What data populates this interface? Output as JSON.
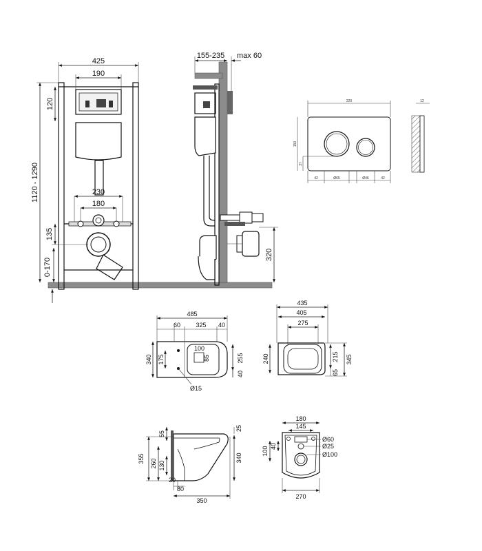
{
  "front_view": {
    "width": "425",
    "inner_width": "190",
    "top_height": "120",
    "total_height": "1120 - 1290",
    "pipe_spacing_outer": "230",
    "pipe_spacing_inner": "180",
    "drain_height": "135",
    "foot_height": "0-170"
  },
  "side_view": {
    "depth": "155-235",
    "max_offset": "max 60",
    "connection_height": "320"
  },
  "flush_plate": {
    "width": "220",
    "height": "150",
    "thickness": "12",
    "button_offset_y": "37",
    "left_margin": "42",
    "big_button_diameter": "Ø65",
    "small_button_diameter": "Ø46",
    "right_margin": "42"
  },
  "bowl_top": {
    "length": "485",
    "inner_length": "325",
    "left_gap": "60",
    "right_gap": "40",
    "height": "340",
    "mount_spacing": "175",
    "hole_width": "100",
    "hole_depth": "85",
    "inner_height": "255",
    "bottom_gap": "40",
    "bolt_diameter": "Ø15"
  },
  "seat_top": {
    "length": "435",
    "inner_length": "405",
    "seat_length": "275",
    "height": "240",
    "inner_height": "215",
    "bottom_gap": "65",
    "total_height": "345"
  },
  "bowl_side": {
    "top_offset": "55",
    "total_height": "355",
    "outlet_height": "260",
    "outlet_level": "130",
    "base_offset": "20",
    "base_length": "80",
    "length": "350",
    "rim_height": "340",
    "rim_top": "25"
  },
  "bowl_back": {
    "bolt_spacing_outer": "180",
    "bolt_spacing_inner": "145",
    "height": "100",
    "offset": "40",
    "outlet_diameter": "Ø60",
    "inlet_diameter": "Ø25",
    "drain_diameter": "Ø100",
    "width": "270"
  }
}
